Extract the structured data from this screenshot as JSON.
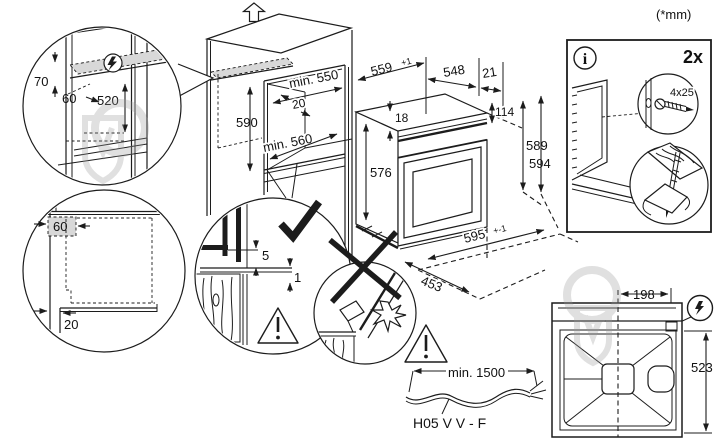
{
  "units_note": "(*mm)",
  "niche_top_detail": {
    "clearance_70": "70",
    "offset_60": "60",
    "height_520": "520"
  },
  "niche_bottom_detail": {
    "offset_60": "60",
    "gap_20": "20"
  },
  "cabinet": {
    "min_width": "min. 550",
    "setback_20": "20",
    "height_590": "590",
    "min_depth": "min. 560"
  },
  "oven": {
    "w559": "559",
    "w559_tol": "+1",
    "w548": "548",
    "gap21": "21",
    "top18": "18",
    "panel114": "114",
    "h576": "576",
    "h589": "589",
    "h594": "594",
    "front595": "595",
    "front595_tol": "+-1",
    "depth453": "453"
  },
  "trim_detail": {
    "gap5": "5",
    "gap1": "1"
  },
  "power_cable": {
    "min_length": "min. 1500",
    "type": "H05 V V - F"
  },
  "mounting": {
    "info_symbol": "i",
    "quantity": "2x",
    "screw_size": "4x25"
  },
  "rear_view": {
    "offset198": "198",
    "height523": "523"
  },
  "colors": {
    "line": "#1c1c1c",
    "shade": "#d8d8d8",
    "watermark": "#9a9a9a"
  }
}
